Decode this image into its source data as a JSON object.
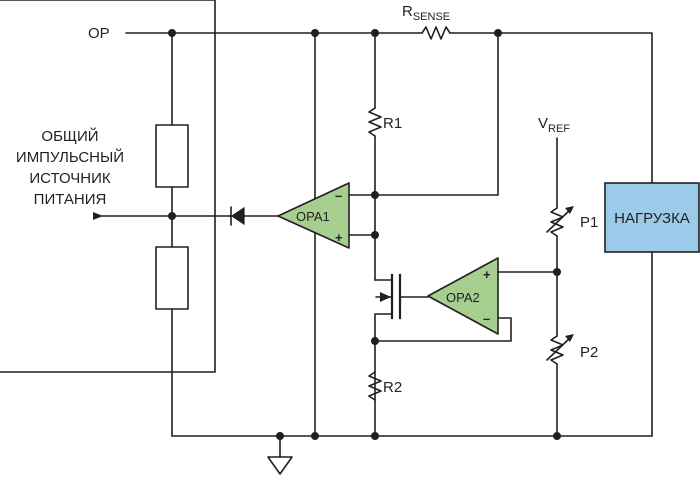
{
  "labels": {
    "op": "OP",
    "rsense_main": "R",
    "rsense_sub": "SENSE",
    "vref_main": "V",
    "vref_sub": "REF",
    "r1": "R1",
    "r2": "R2",
    "p1": "P1",
    "p2": "P2",
    "opa1": "OPA1",
    "opa2": "OPA2",
    "load": "НАГРУЗКА",
    "minus": "–",
    "plus": "+"
  },
  "power_supply": {
    "lines": [
      "ОБЩИЙ",
      "ИМПУЛЬСНЫЙ",
      "ИСТОЧНИК",
      "ПИТАНИЯ"
    ]
  },
  "colors": {
    "opamp_fill": "#a6cf8f",
    "load_fill": "#9ccae9",
    "wire": "#231f20"
  }
}
